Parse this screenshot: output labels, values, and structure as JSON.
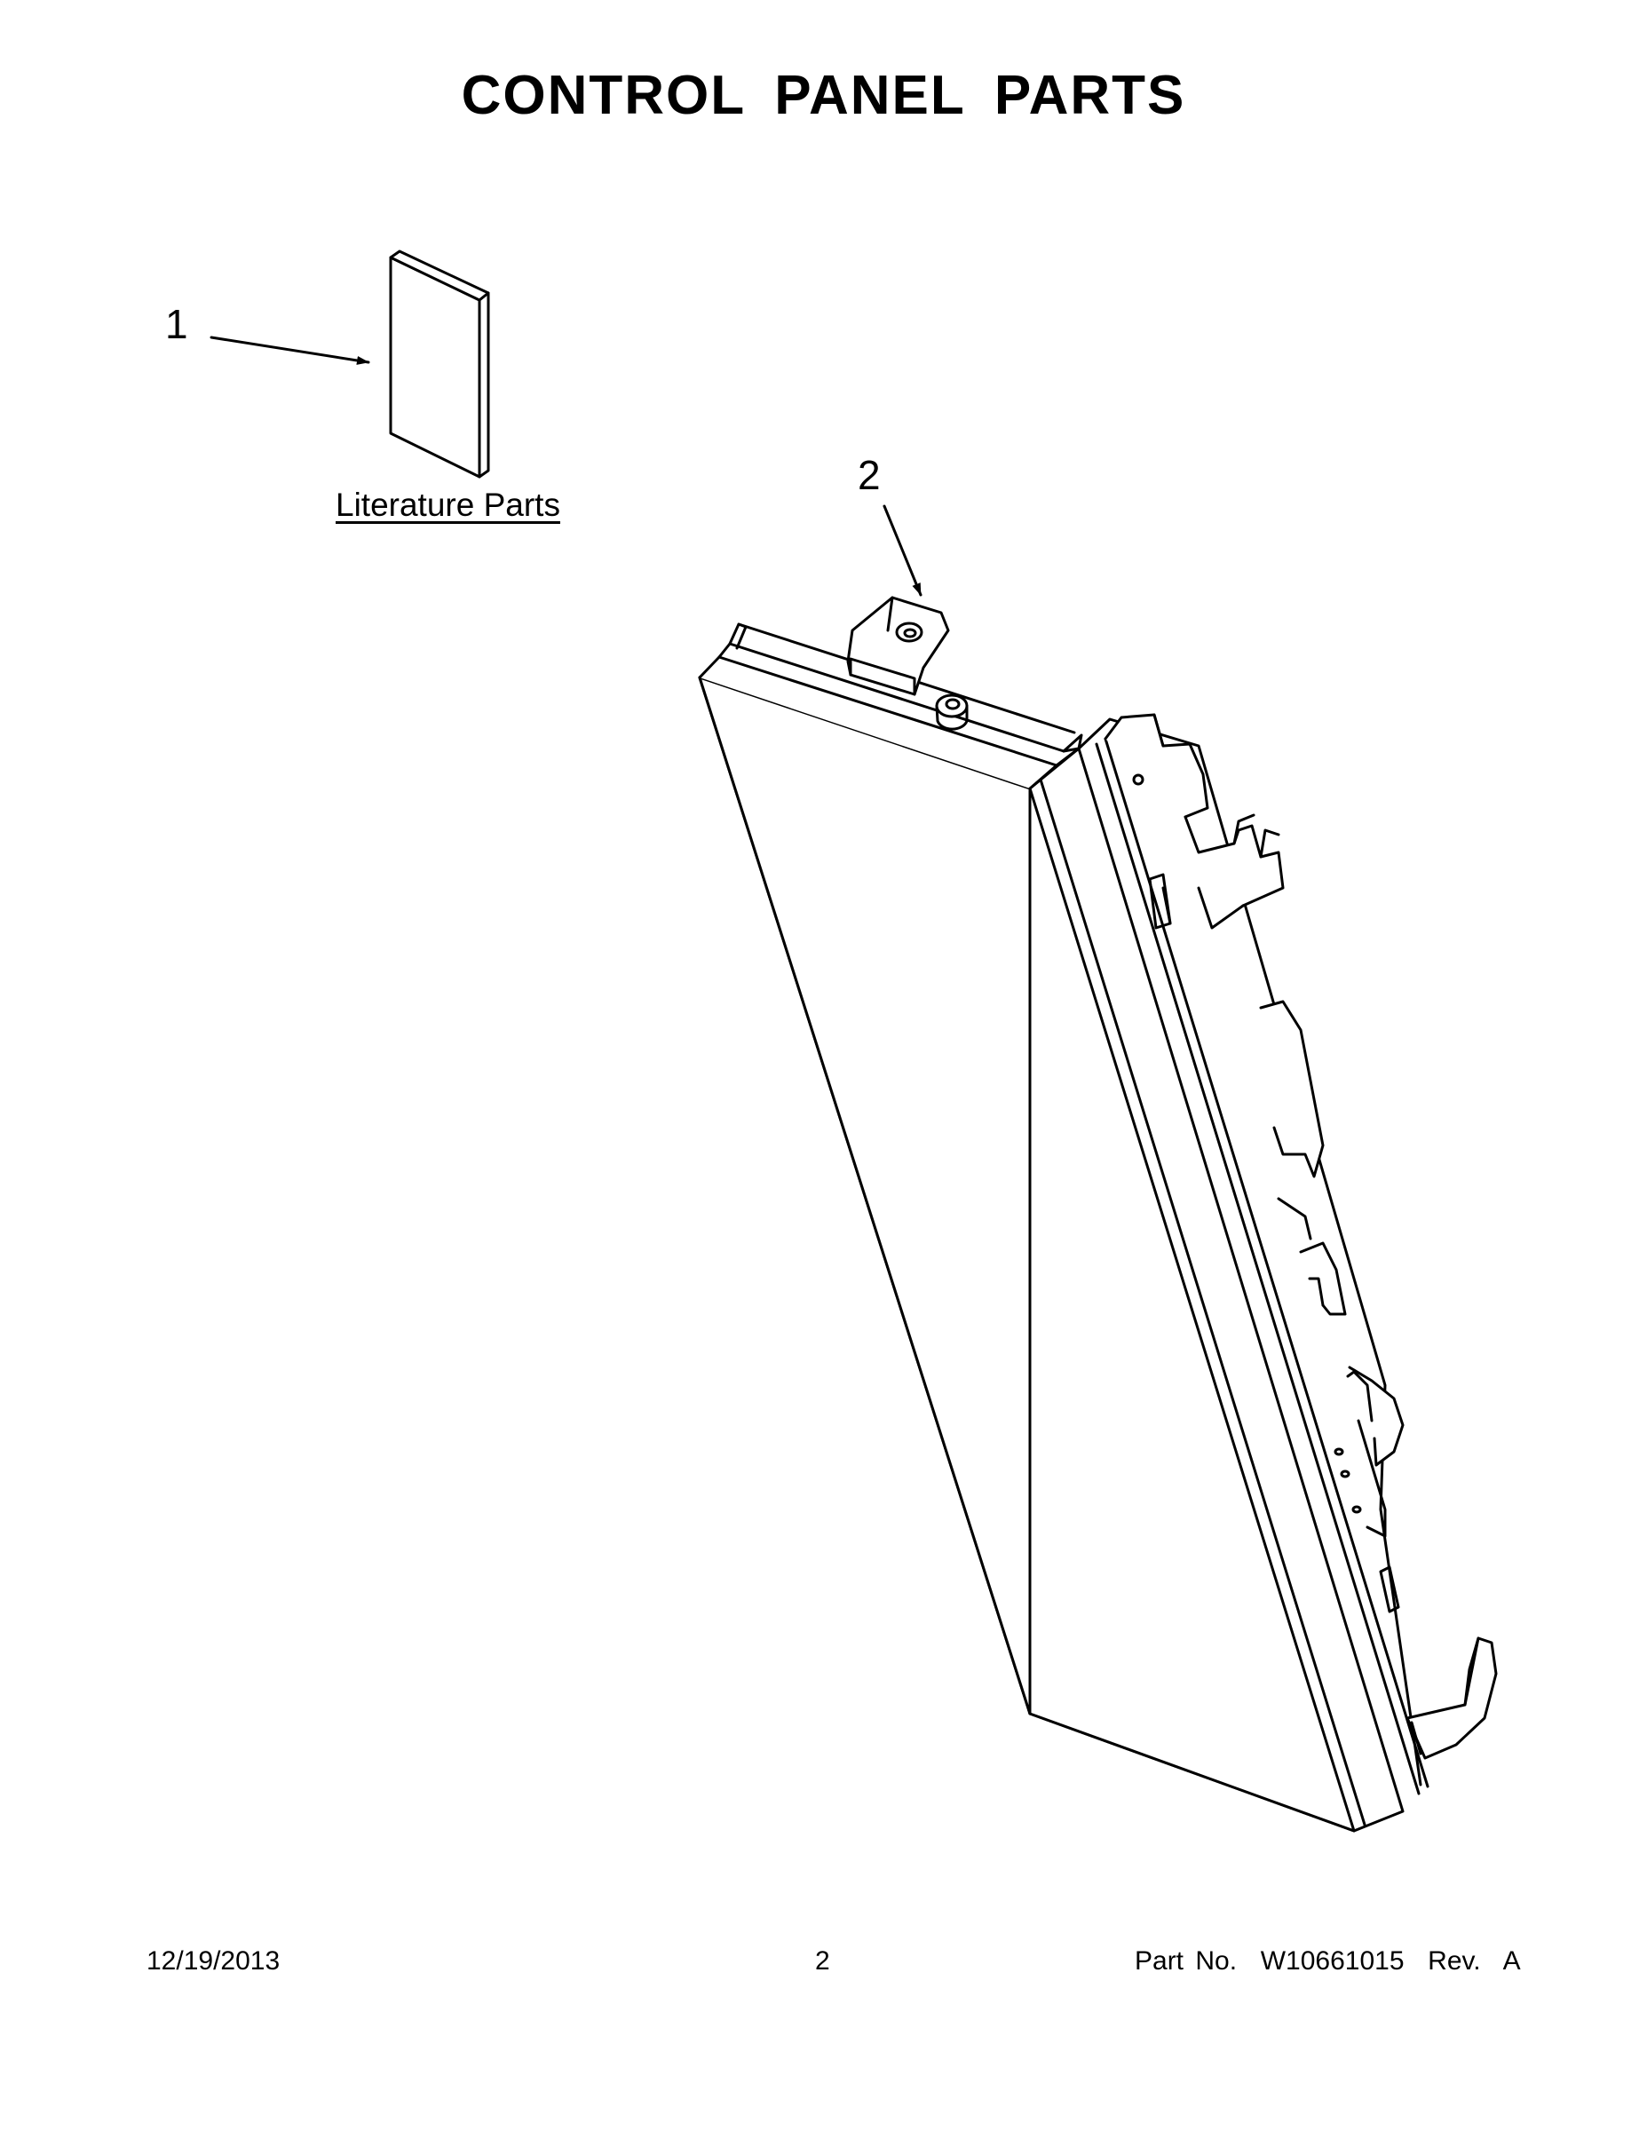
{
  "page": {
    "title": "CONTROL PANEL PARTS"
  },
  "callouts": [
    {
      "number": "1",
      "part": "Literature Parts"
    },
    {
      "number": "2"
    }
  ],
  "footer": {
    "date": "12/19/2013",
    "page_number": "2",
    "part_info": "Part No.  W10661015  Rev.  A"
  }
}
